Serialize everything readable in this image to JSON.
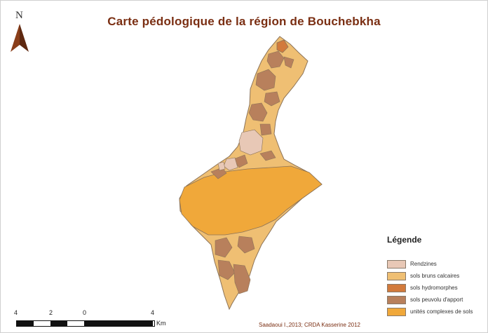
{
  "map": {
    "title": "Carte pédologique de la région de Bouchebkha",
    "north_label": "N",
    "legend_title": "Légende",
    "legend": [
      {
        "label": "Rendzines",
        "color": "#e8c8b6"
      },
      {
        "label": "sols bruns calcaires",
        "color": "#efbf73"
      },
      {
        "label": "sols hydromorphes",
        "color": "#d27a3c"
      },
      {
        "label": "sols peuvolu d'apport",
        "color": "#b8805c"
      },
      {
        "label": "unités complexes de sols",
        "color": "#f0a83a"
      }
    ],
    "scale": {
      "ticks": [
        "4",
        "2",
        "0",
        "4"
      ],
      "unit": "Km"
    },
    "credit": "Saadaoui I.,2013; CRDA Kasserine 2012"
  }
}
